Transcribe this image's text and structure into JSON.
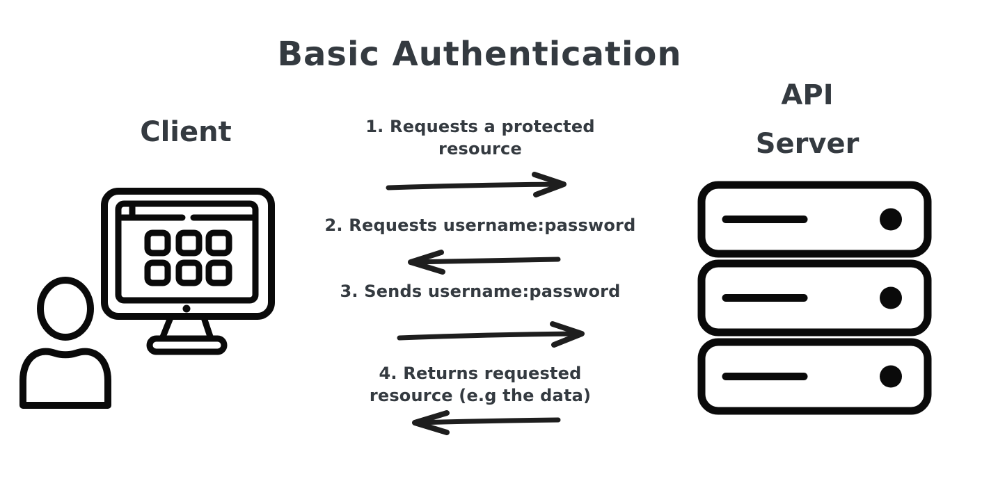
{
  "title": "Basic Authentication",
  "actors": {
    "client": {
      "label": "Client",
      "icon": "user-at-computer-icon"
    },
    "server": {
      "label_line1": "API",
      "label_line2": "Server",
      "icon": "server-stack-icon"
    }
  },
  "steps": [
    {
      "number": 1,
      "line1": "1. Requests a protected",
      "line2": "resource",
      "full_text": "1. Requests a protected resource",
      "arrow_direction": "right"
    },
    {
      "number": 2,
      "line1": "2. Requests username:password",
      "line2": "",
      "full_text": "2. Requests username:password",
      "arrow_direction": "left"
    },
    {
      "number": 3,
      "line1": "3. Sends username:password",
      "line2": "",
      "full_text": "3. Sends username:password",
      "arrow_direction": "right"
    },
    {
      "number": 4,
      "line1": "4. Returns requested",
      "line2": "resource (e.g the data)",
      "full_text": "4. Returns requested resource (e.g the data)",
      "arrow_direction": "left"
    }
  ],
  "colors": {
    "ink": "#343a40",
    "arrow": "#1e1e1e",
    "icon": "#0a0a0a",
    "bg": "#ffffff"
  }
}
